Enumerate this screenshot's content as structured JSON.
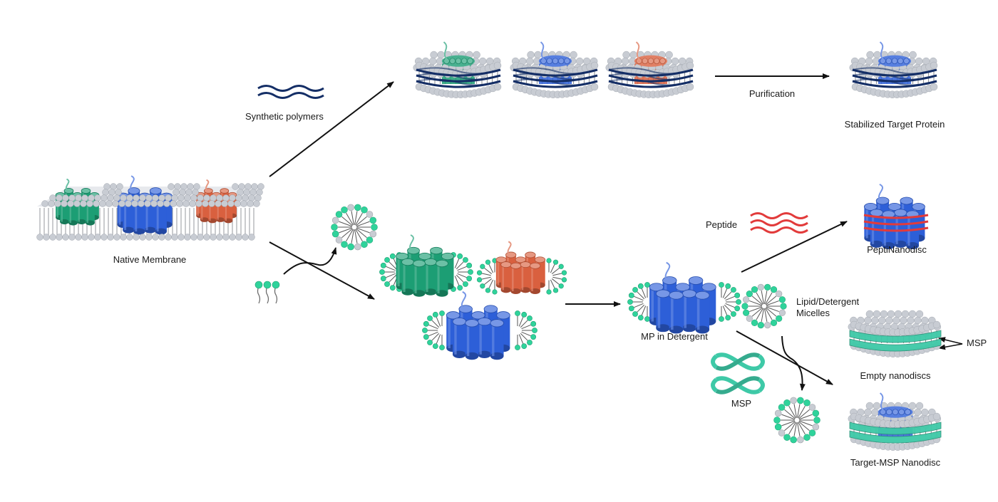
{
  "colors": {
    "green": "#1c9e74",
    "blue": "#2d5fd8",
    "red": "#d9603f",
    "lipid_head": "#c8ccd3",
    "detergent_head": "#2fd39b",
    "polymer": "#142e66",
    "peptide": "#e23b3b",
    "msp": "#3ec9a7",
    "arrow": "#111111"
  },
  "labels": {
    "synthetic_polymers": "Synthetic polymers",
    "purification": "Purification",
    "stabilized_target_protein": "Stabilized Target Protein",
    "native_membrane": "Native Membrane",
    "peptide": "Peptide",
    "peptinanodisc": "PeptiNanodisc",
    "mp_in_detergent": "MP in Detergent",
    "lipid_detergent_line1": "Lipid/Detergent",
    "lipid_detergent_line2": "Micelles",
    "msp_right": "MSP",
    "empty_nanodiscs": "Empty nanodiscs",
    "msp_bottom": "MSP",
    "target_msp_nanodisc": "Target-MSP Nanodisc"
  }
}
